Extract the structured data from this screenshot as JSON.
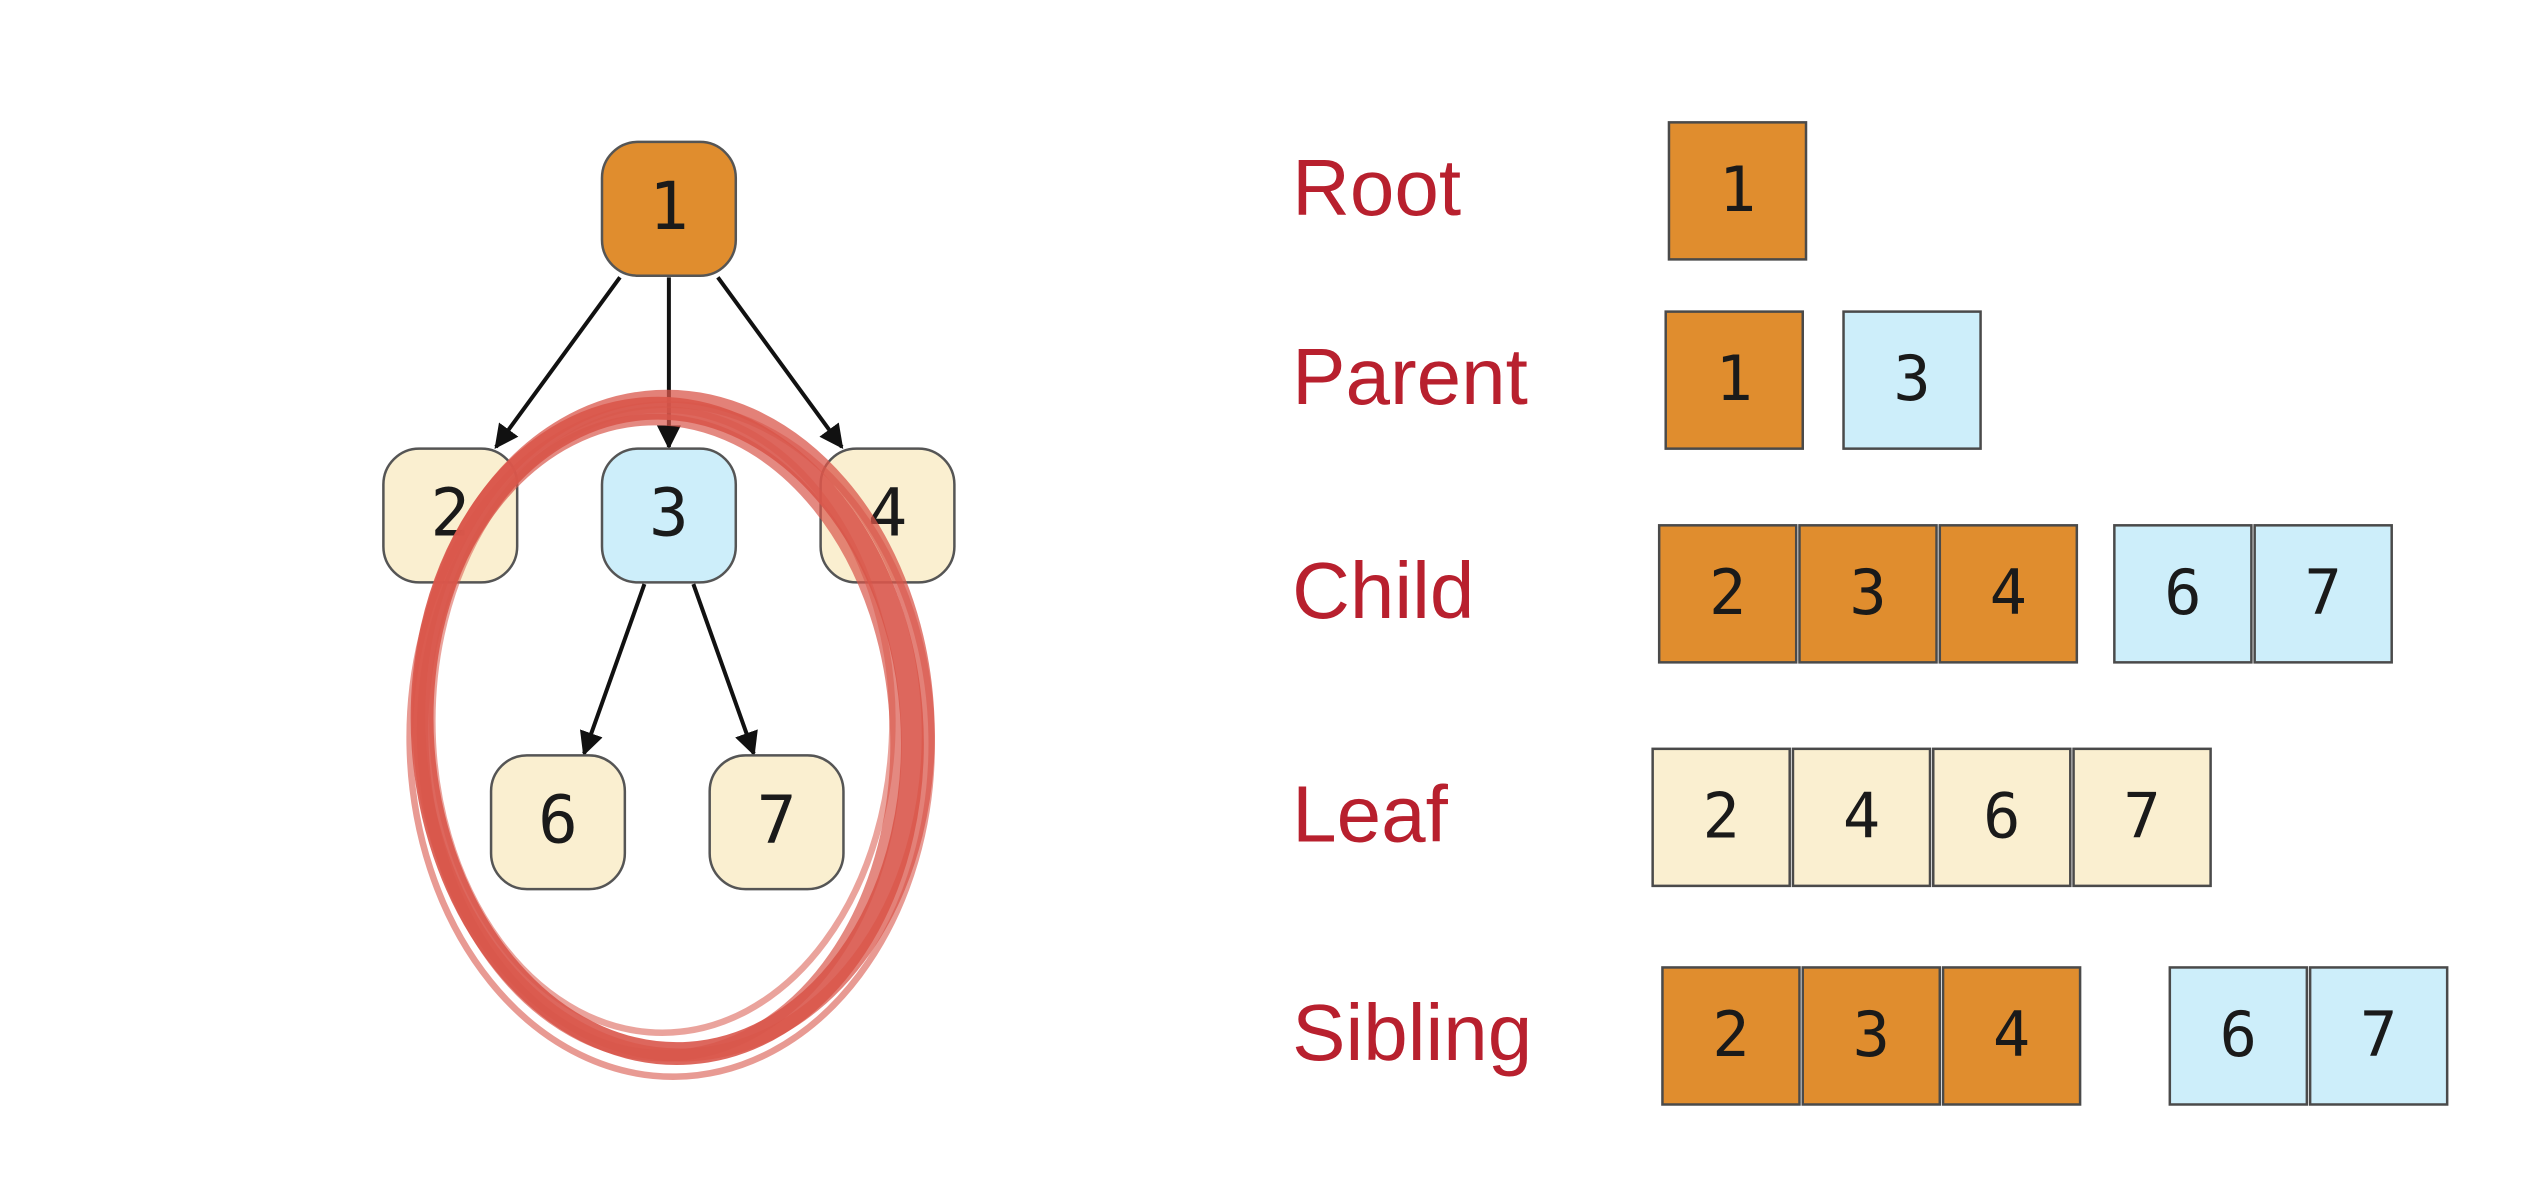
{
  "colors": {
    "orange": "#e08d2e",
    "light_blue": "#cdeefa",
    "cream": "#faefd0",
    "term_red": "#b8202e",
    "circle_red": "#d9574b"
  },
  "tree": {
    "nodes": [
      {
        "id": "1",
        "label": "1",
        "color": "orange"
      },
      {
        "id": "2",
        "label": "2",
        "color": "cream"
      },
      {
        "id": "3",
        "label": "3",
        "color": "light_blue"
      },
      {
        "id": "4",
        "label": "4",
        "color": "cream"
      },
      {
        "id": "6",
        "label": "6",
        "color": "cream"
      },
      {
        "id": "7",
        "label": "7",
        "color": "cream"
      }
    ],
    "edges": [
      {
        "from": "1",
        "to": "2"
      },
      {
        "from": "1",
        "to": "3"
      },
      {
        "from": "1",
        "to": "4"
      },
      {
        "from": "3",
        "to": "6"
      },
      {
        "from": "3",
        "to": "7"
      }
    ],
    "highlight": "hand-drawn red circle around subtree 3"
  },
  "terms": [
    {
      "label": "Root",
      "groups": [
        [
          {
            "v": "1",
            "c": "orange"
          }
        ]
      ]
    },
    {
      "label": "Parent",
      "groups": [
        [
          {
            "v": "1",
            "c": "orange"
          }
        ],
        [
          {
            "v": "3",
            "c": "light_blue"
          }
        ]
      ]
    },
    {
      "label": "Child",
      "groups": [
        [
          {
            "v": "2",
            "c": "orange"
          },
          {
            "v": "3",
            "c": "orange"
          },
          {
            "v": "4",
            "c": "orange"
          }
        ],
        [
          {
            "v": "6",
            "c": "light_blue"
          },
          {
            "v": "7",
            "c": "light_blue"
          }
        ]
      ]
    },
    {
      "label": "Leaf",
      "groups": [
        [
          {
            "v": "2",
            "c": "cream"
          },
          {
            "v": "4",
            "c": "cream"
          },
          {
            "v": "6",
            "c": "cream"
          },
          {
            "v": "7",
            "c": "cream"
          }
        ]
      ]
    },
    {
      "label": "Sibling",
      "groups": [
        [
          {
            "v": "2",
            "c": "orange"
          },
          {
            "v": "3",
            "c": "orange"
          },
          {
            "v": "4",
            "c": "orange"
          }
        ],
        [
          {
            "v": "6",
            "c": "light_blue"
          },
          {
            "v": "7",
            "c": "light_blue"
          }
        ]
      ]
    }
  ]
}
